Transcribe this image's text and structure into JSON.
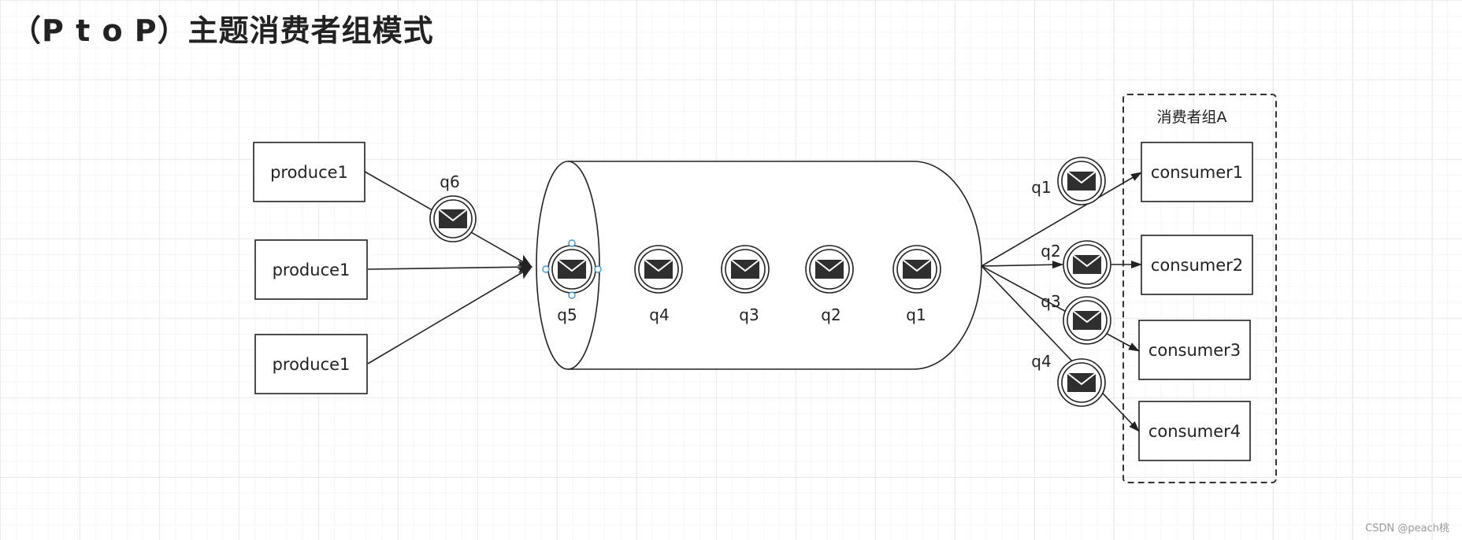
{
  "title": "（P t o P）主题消费者组模式",
  "producers": [
    {
      "label": "produce1"
    },
    {
      "label": "produce1"
    },
    {
      "label": "produce1"
    }
  ],
  "inflight_message": {
    "label": "q6"
  },
  "queue_messages": [
    {
      "label": "q5"
    },
    {
      "label": "q4"
    },
    {
      "label": "q3"
    },
    {
      "label": "q2"
    },
    {
      "label": "q1"
    }
  ],
  "consumer_group": {
    "label": "消费者组A"
  },
  "consumers": [
    {
      "label": "consumer1"
    },
    {
      "label": "consumer2"
    },
    {
      "label": "consumer3"
    },
    {
      "label": "consumer4"
    }
  ],
  "delivered_messages": [
    {
      "label": "q1"
    },
    {
      "label": "q2"
    },
    {
      "label": "q3"
    },
    {
      "label": "q4"
    }
  ],
  "watermark": "CSDN @peach桃",
  "colors": {
    "stroke": "#222222",
    "icon_fill": "#2f2f2f",
    "selection_handle": "#3a9ad9"
  }
}
